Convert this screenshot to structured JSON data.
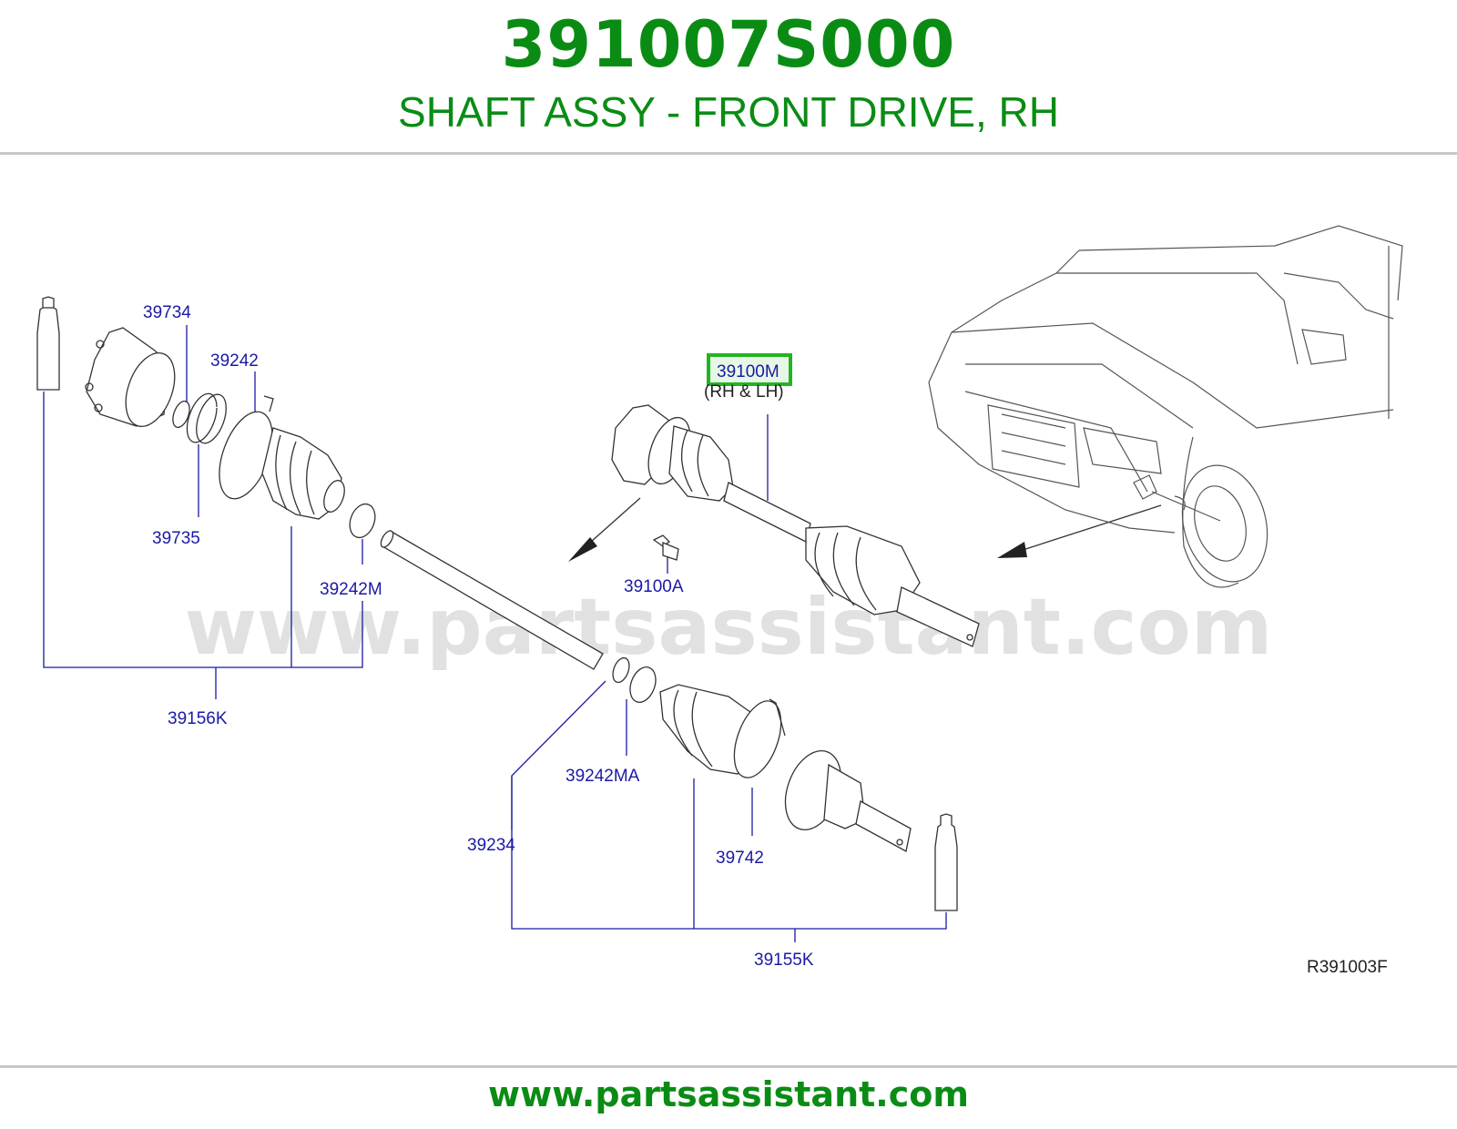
{
  "header": {
    "part_number": "391007S000",
    "description": "SHAFT ASSY - FRONT DRIVE, RH"
  },
  "diagram": {
    "watermark": "www.partsassistant.com",
    "callouts": {
      "c39734": "39734",
      "c39242": "39242",
      "c39735": "39735",
      "c39242M": "39242M",
      "c39156K": "39156K",
      "c39100M": "39100M",
      "rh_lh": "(RH  &  LH)",
      "c39100A": "39100A",
      "c39242MA": "39242MA",
      "c39234": "39234",
      "c39742": "39742",
      "c39155K": "39155K"
    },
    "reference_code": "R391003F",
    "highlighted_part": "39100M",
    "highlight_color": "#22b422"
  },
  "footer": {
    "url": "www.partsassistant.com"
  },
  "colors": {
    "brand_green": "#0a8c14",
    "callout_blue": "#1a1aa6"
  }
}
